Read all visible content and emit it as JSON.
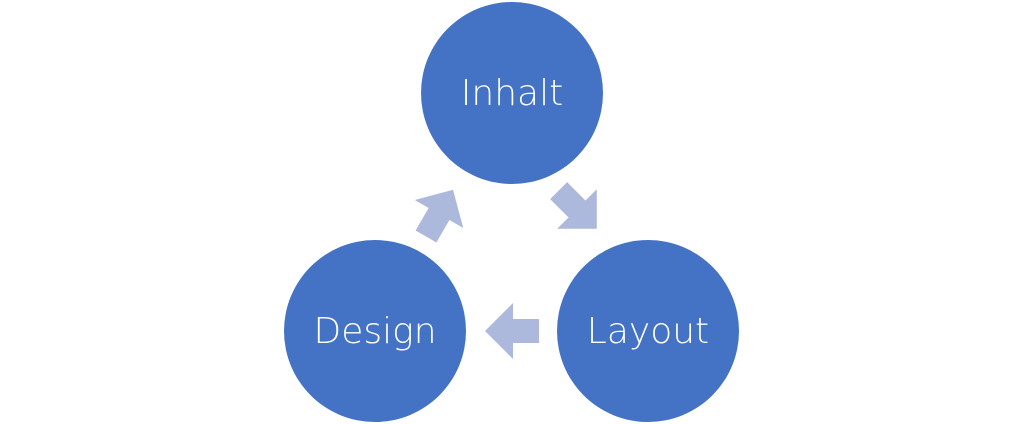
{
  "diagram": {
    "type": "cycle",
    "nodes": [
      {
        "id": "inhalt",
        "label": "Inhalt"
      },
      {
        "id": "layout",
        "label": "Layout"
      },
      {
        "id": "design",
        "label": "Design"
      }
    ],
    "edges": [
      {
        "from": "inhalt",
        "to": "layout"
      },
      {
        "from": "layout",
        "to": "design"
      },
      {
        "from": "design",
        "to": "inhalt"
      }
    ],
    "colors": {
      "node_fill": "#4472c4",
      "node_text": "#ffffff",
      "arrow_fill": "#adb9dc",
      "background": "#ffffff"
    }
  }
}
